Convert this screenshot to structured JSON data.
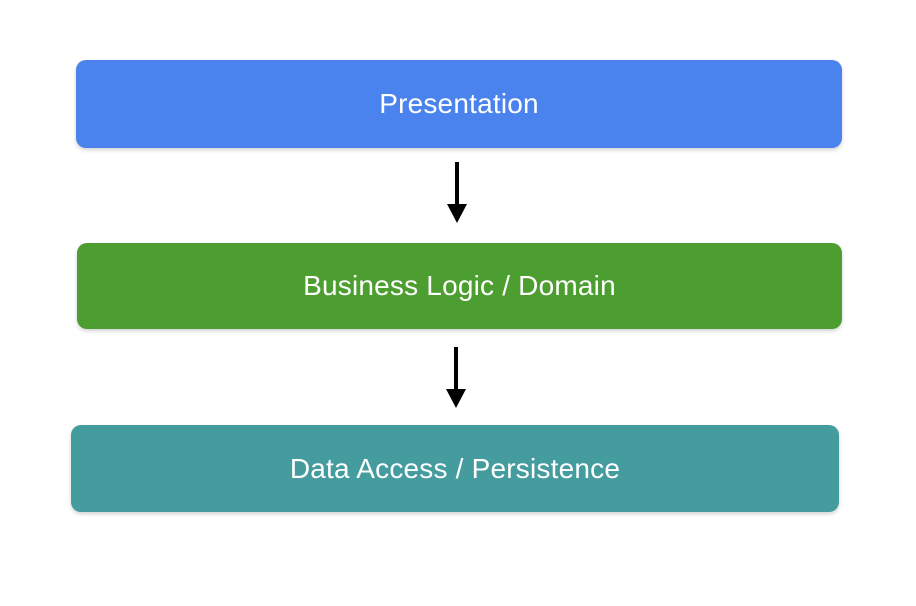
{
  "diagram": {
    "background_color": "#ffffff",
    "arrow_color": "#000000",
    "text_color": "#ffffff",
    "layers": [
      {
        "label": "Presentation",
        "color": "#4a82ee"
      },
      {
        "label": "Business Logic / Domain",
        "color": "#4d9e31"
      },
      {
        "label": "Data Access / Persistence",
        "color": "#459c9e"
      }
    ],
    "arrows": [
      {
        "from": "Presentation",
        "to": "Business Logic / Domain"
      },
      {
        "from": "Business Logic / Domain",
        "to": "Data Access / Persistence"
      }
    ]
  }
}
